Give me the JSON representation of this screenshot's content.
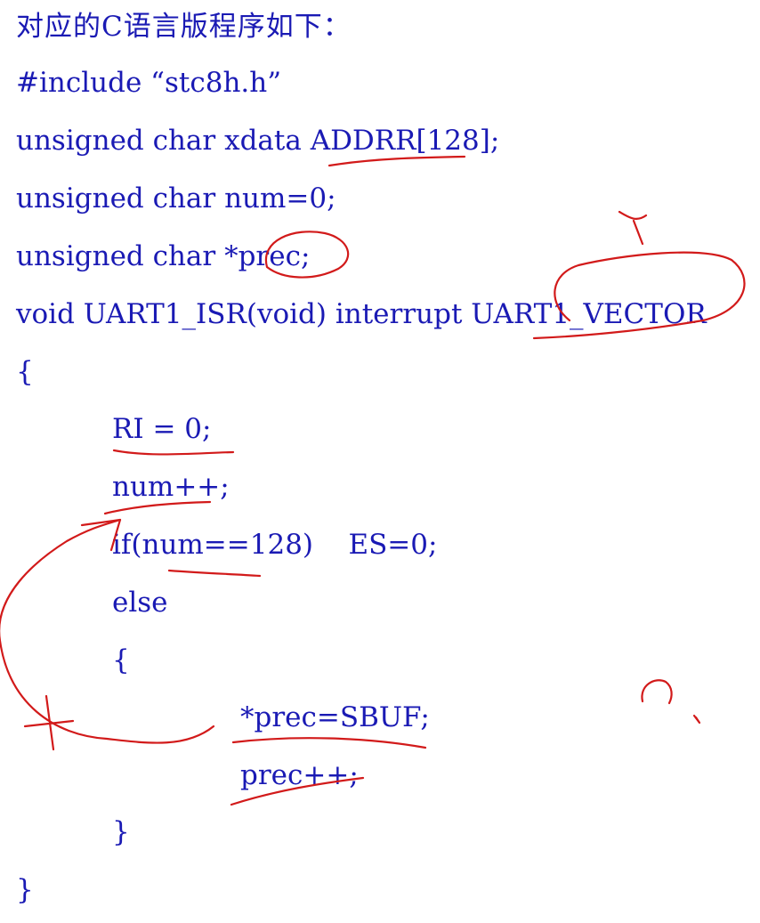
{
  "heading": "对应的C语言版程序如下：",
  "code_lines": [
    "#include “stc8h.h”",
    "unsigned char xdata ADDRR[128];",
    "unsigned char num=0;",
    "unsigned char *prec;",
    "void UART1_ISR(void) interrupt UART1_VECTOR",
    "{",
    "RI = 0;",
    "num++;",
    "if(num==128)    ES=0;",
    "else",
    "{",
    "*prec=SBUF;",
    "prec++;",
    "}",
    "}"
  ],
  "colors": {
    "text": "#1a1ab4",
    "annotation_ink": "#d21a1a",
    "background": "#ffffff"
  }
}
